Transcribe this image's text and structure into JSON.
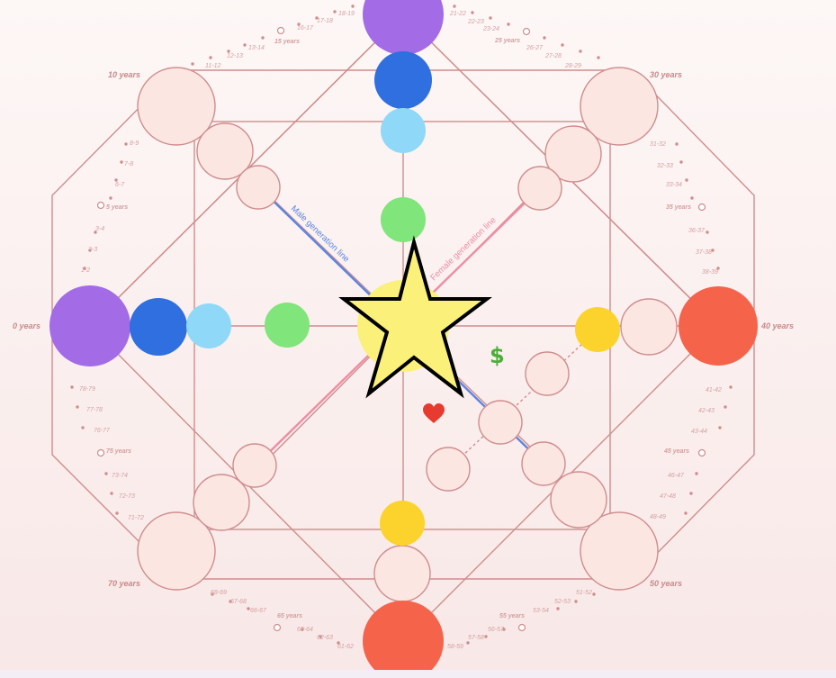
{
  "colors": {
    "background": "#fbf3f3",
    "lines": "#cf8d8d",
    "node_fill": "#fbe6e2",
    "node_stroke": "#cf8d8d",
    "purple": "#a36be6",
    "blue": "#2f6fe0",
    "light_blue": "#8fd8f8",
    "green": "#80e57a",
    "yellow_center": "#faf07a",
    "yellow": "#fcd32c",
    "red": "#f5634a",
    "male_line": "#5b85e0",
    "female_line": "#ef8da3",
    "star_fill": "#faf07a",
    "star_stroke": "#000000",
    "heart": "#e63b2e",
    "money": "#4caf3a"
  },
  "age_labels": {
    "left": "0 years",
    "top_left": "10 years",
    "top_right": "30 years",
    "right": "40 years",
    "bottom_right": "50 years",
    "bottom_left": "70 years"
  },
  "minor_age_labels": {
    "top_left_mid": "15 years",
    "left_top_mid": "5 years",
    "top_right_mid": "25 years",
    "right_top_mid": "35 years",
    "right_bottom_mid": "45 years",
    "bottom_right_mid": "55 years",
    "bottom_left_mid": "65 years",
    "left_bottom_mid": "75 years"
  },
  "ticks": {
    "top_left": [
      "18-19",
      "17-18",
      "16-17",
      "13-14",
      "12-13",
      "11-12"
    ],
    "top_right": [
      "21-22",
      "22-23",
      "23-24",
      "26-27",
      "27-28",
      "28-29"
    ],
    "left_upper": [
      "8-9",
      "7-8",
      "6-7",
      "3-4",
      "2-3",
      "1-2"
    ],
    "right_upper": [
      "31-32",
      "32-33",
      "33-34",
      "36-37",
      "37-38",
      "38-39"
    ],
    "left_lower": [
      "78-79",
      "77-78",
      "76-77",
      "73-74",
      "72-73",
      "71-72"
    ],
    "right_lower": [
      "41-42",
      "42-43",
      "43-44",
      "46-47",
      "47-48",
      "48-49"
    ],
    "bottom_left": [
      "68-69",
      "67-68",
      "66-67",
      "63-64",
      "62-63",
      "61-62"
    ],
    "bottom_right": [
      "51-52",
      "52-53",
      "53-54",
      "56-57",
      "57-58",
      "58-59"
    ]
  },
  "lines": {
    "male": "Male generation line",
    "female": "Female generation line"
  },
  "symbols": {
    "money": "$",
    "heart": "heart-icon",
    "star": "star-icon"
  }
}
